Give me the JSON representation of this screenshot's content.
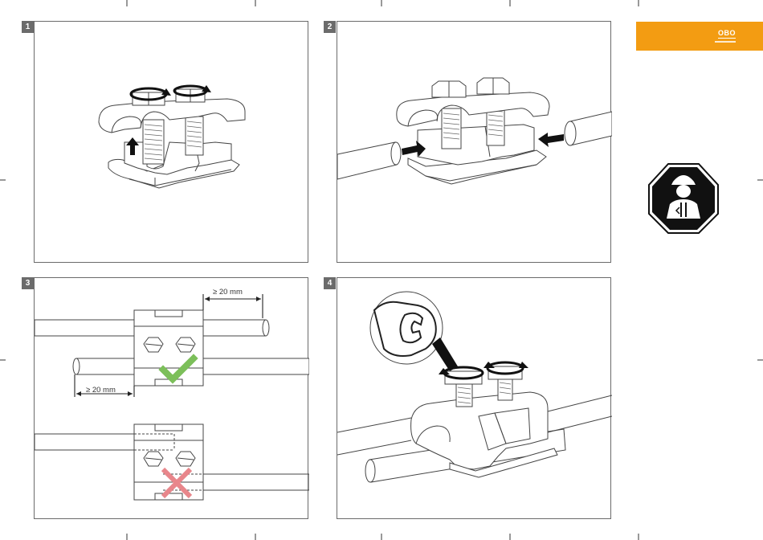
{
  "steps": [
    {
      "number": "1"
    },
    {
      "number": "2"
    },
    {
      "number": "3"
    },
    {
      "number": "4"
    }
  ],
  "brand": {
    "logo_text": "OBO",
    "accent_color": "#f39c12"
  },
  "step3": {
    "dim_top": "≥ 20 mm",
    "dim_left": "≥ 20 mm",
    "correct_color": "#7cbf5a",
    "wrong_color": "#e8868b"
  },
  "icons": {
    "installer": "installer-warning-icon",
    "rotate": "rotate-arrow-icon",
    "push": "push-arrow-icon",
    "wrench": "wrench-icon",
    "check": "check-mark-icon",
    "cross": "cross-mark-icon"
  }
}
